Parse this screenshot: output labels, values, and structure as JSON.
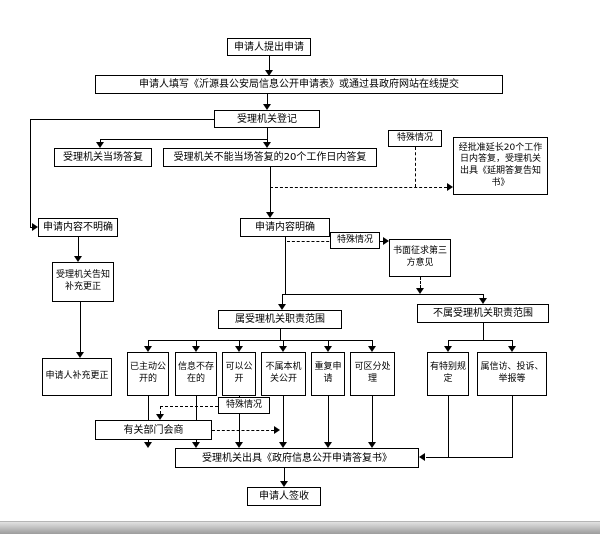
{
  "nodes": {
    "applicant_submit": "申请人提出申请",
    "fill_form": "申请人填写《沂源县公安局信息公开申请表》或通过县政府网站在线提交",
    "register": "受理机关登记",
    "special_case_1": "特殊情况",
    "onspot_reply": "受理机关当场答复",
    "reply_20days": "受理机关不能当场答复的20个工作日内答复",
    "extended_reply": "经批准延长20个工作日内答复，受理机关出具《延期答复告知书》",
    "content_unclear": "申请内容不明确",
    "content_clear": "申请内容明确",
    "special_case_2": "特殊情况",
    "third_party": "书面征求第三方意见",
    "notify_supplement": "受理机关告知补充更正",
    "applicant_supplement": "申请人补充更正",
    "in_scope": "属受理机关职责范围",
    "out_scope": "不属受理机关职责范围",
    "already_public": "已主动公开的",
    "not_exist": "信息不存在的",
    "can_public": "可以公开",
    "not_this_org": "不属本机关公开",
    "repeat_apply": "重复申请",
    "separable": "可区分处理",
    "special_rule": "有特别规定",
    "petition": "属信访、投诉、举报等",
    "special_case_3": "特殊情况",
    "dept_consult": "有关部门会商",
    "issue_reply": "受理机关出具《政府信息公开申请答复书》",
    "applicant_sign": "申请人签收"
  }
}
